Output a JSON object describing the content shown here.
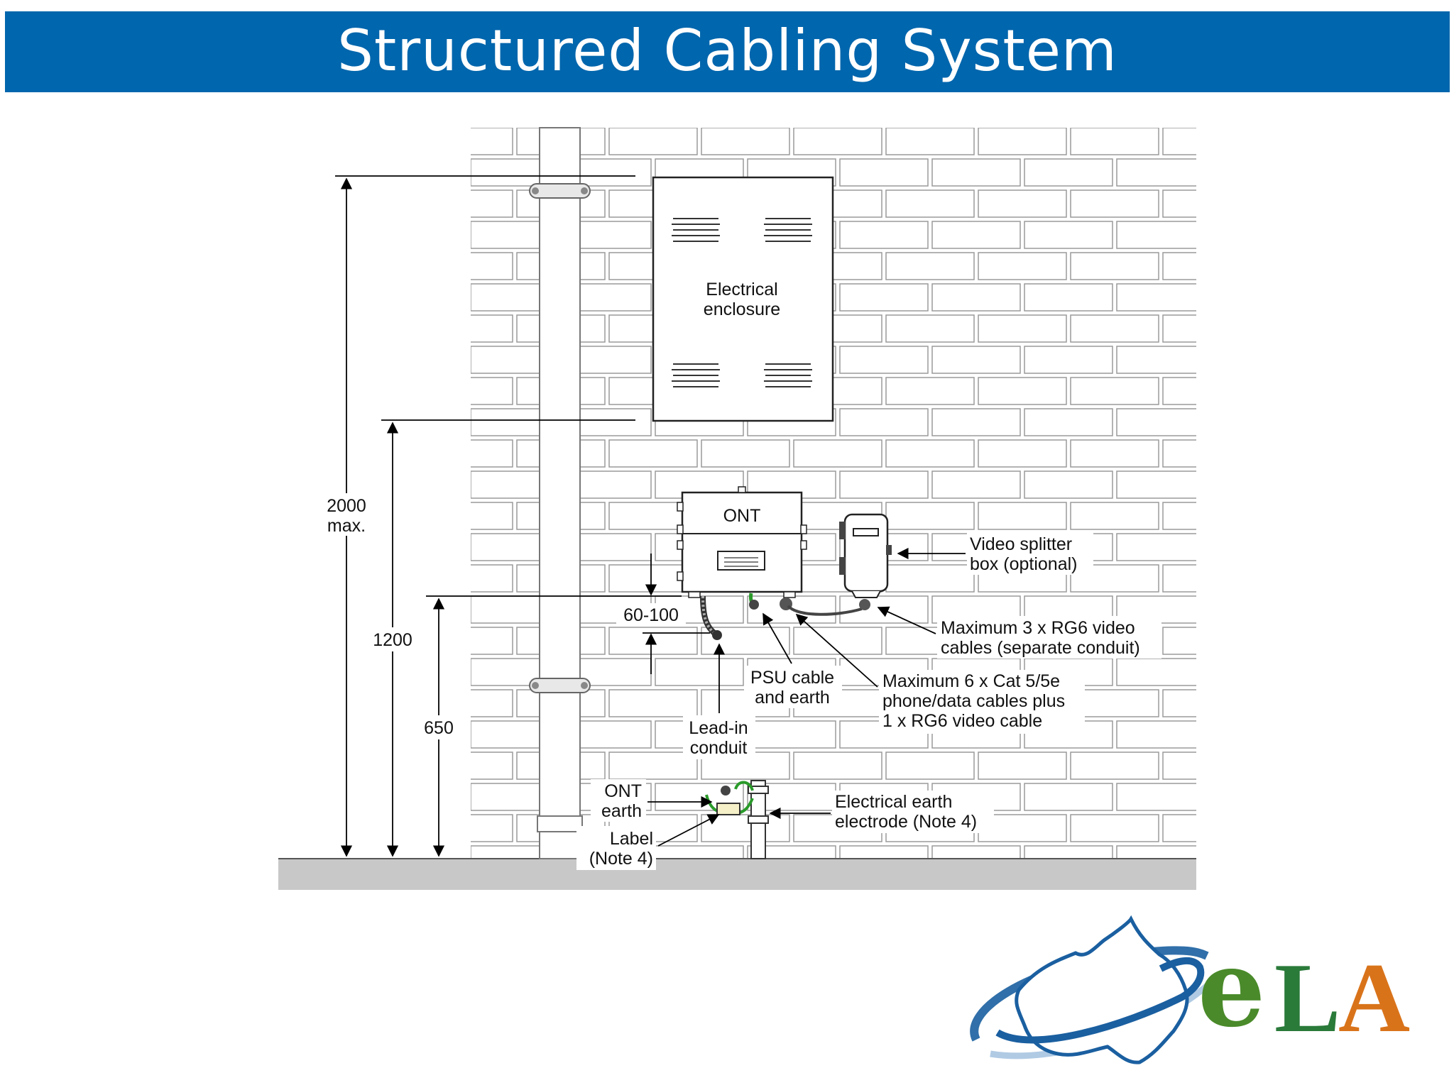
{
  "title": "Structured Cabling System",
  "diagram": {
    "enclosure_label": [
      "Electrical",
      "enclosure"
    ],
    "ont_label": "ONT",
    "dimensions": {
      "max_height": [
        "2000",
        "max."
      ],
      "enclosure_base": "1200",
      "ont_base": "650",
      "ont_clearance": "60-100"
    },
    "callouts": {
      "video_splitter": [
        "Video splitter",
        "box (optional)"
      ],
      "rg6_cables": [
        "Maximum 3 x RG6 video",
        "cables (separate conduit)"
      ],
      "psu_cable": [
        "PSU cable",
        "and earth"
      ],
      "cat5_cables": [
        "Maximum 6 x Cat 5/5e",
        "phone/data cables plus",
        "1 x RG6 video cable"
      ],
      "lead_in": [
        "Lead-in",
        "conduit"
      ],
      "ont_earth": [
        "ONT",
        "earth"
      ],
      "label_note": [
        "Label",
        "(Note 4)"
      ],
      "earth_electrode": [
        "Electrical earth",
        "electrode (Note 4)"
      ]
    }
  },
  "logo": {
    "text": "eLA",
    "colors": {
      "e": "#4a8a2a",
      "L": "#2a7a3a",
      "A": "#d9731a",
      "swoosh": "#1a5fa0"
    }
  }
}
